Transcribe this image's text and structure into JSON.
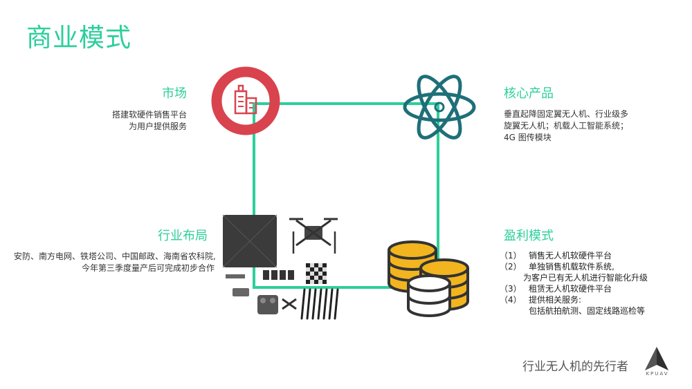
{
  "title": "商业模式",
  "sections": {
    "market": {
      "heading": "市场",
      "lines": [
        "搭建软硬件销售平台",
        "为用户提供服务"
      ]
    },
    "product": {
      "heading": "核心产品",
      "lines": [
        "垂直起降固定翼无人机、行业级多",
        "旋翼无人机；机载人工智能系统；",
        "4G 图传模块"
      ]
    },
    "industry": {
      "heading": "行业布局",
      "lines": [
        "安防、南方电网、铁塔公司、中国邮政、海南省农科院,",
        "今年第三季度量产后可完成初步合作"
      ]
    },
    "profit": {
      "heading": "盈利模式",
      "items": [
        {
          "num": "（1）",
          "text": "销售无人机软硬件平台"
        },
        {
          "num": "（2）",
          "text": "单独销售机载软件系统,"
        },
        {
          "cont": "为客户已有无人机进行智能化升级"
        },
        {
          "num": "（3）",
          "text": "租赁无人机软硬件平台"
        },
        {
          "num": "（4）",
          "text": "提供相关服务:"
        },
        {
          "cont": "包括航拍航测、固定线路巡检等"
        }
      ]
    }
  },
  "footer": {
    "slogan": "行业无人机的先行者",
    "logo_text": "KPUAV"
  },
  "colors": {
    "accent": "#2ccf9b",
    "market_red": "#d9434e",
    "atom_teal": "#1f6f78",
    "coin_gold": "#f2b51f"
  },
  "icons": {
    "market": "building-in-circle-icon",
    "product": "atom-icon",
    "industry": "drone-equipment-image",
    "profit": "coin-stacks-icon",
    "logo": "kpuav-logo-icon"
  }
}
